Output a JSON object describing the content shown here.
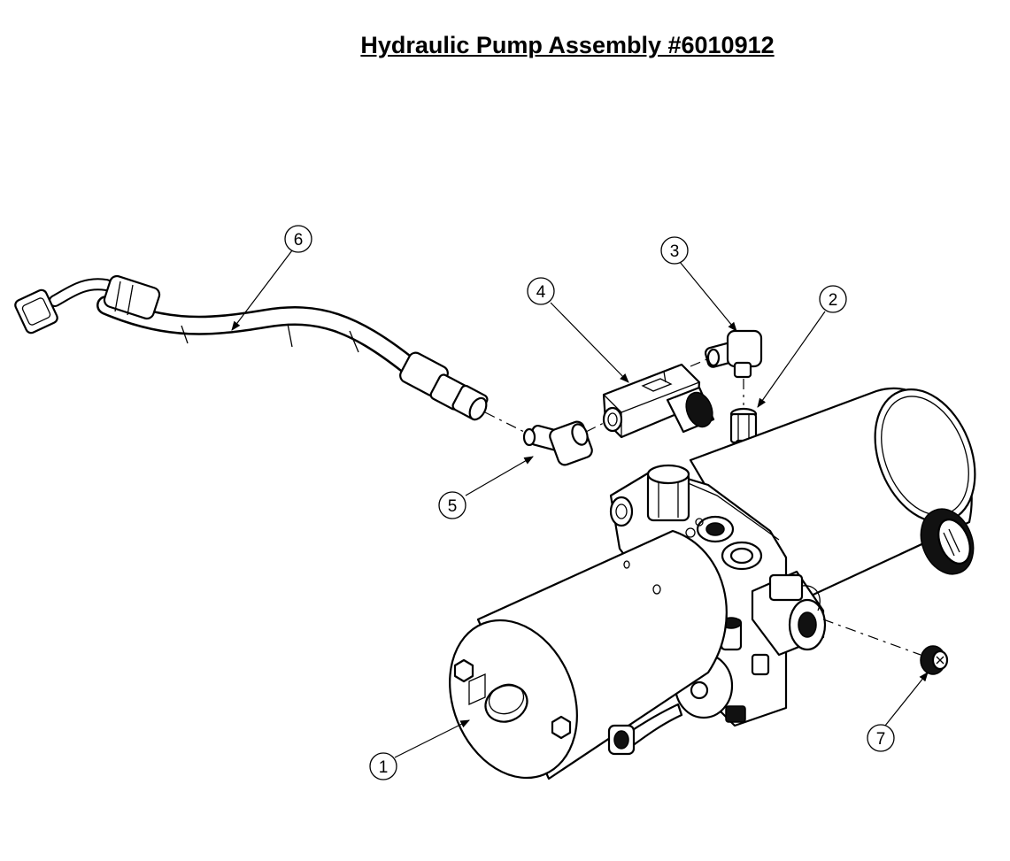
{
  "title": "Hydraulic Pump Assembly #6010912",
  "callouts": [
    "1",
    "2",
    "3",
    "4",
    "5",
    "6",
    "7"
  ]
}
